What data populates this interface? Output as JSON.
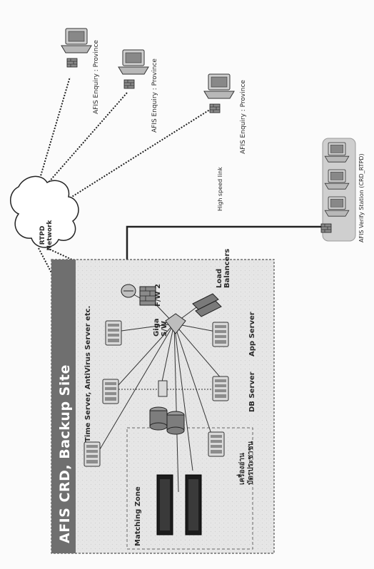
{
  "cloud": {
    "line1": "RTPD",
    "line2": "Network"
  },
  "site_title": "AFIS CRD, Backup Site",
  "enquiry_label": "AFIS Enquiry : Province",
  "verify_label": "AFIS Verify Station (CRD_RTPD)",
  "high_speed_label": "High speed link",
  "fw_label": "F/W 2",
  "giga_line1": "Giga",
  "giga_line2": "S/W",
  "load_balancer_line1": "Load",
  "load_balancer_line2": "Balancers",
  "app_server_label": "App Server",
  "db_server_label": "DB Server",
  "time_server_label": "Time Server, AntiVirus Server etc.",
  "thai_line1": "เครื่องอ่าน",
  "thai_line2": "บัตรประชาชน",
  "matching_zone_label": "Matching Zone",
  "colors": {
    "banner": "#6f6f6f",
    "site_bg": "#ececec",
    "verify_bg": "#cfcfcf"
  }
}
